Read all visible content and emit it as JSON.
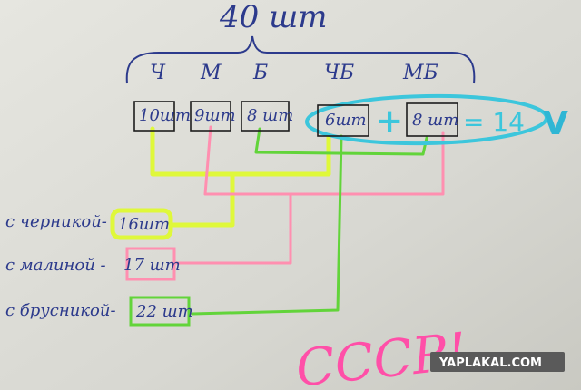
{
  "title_total": "40 шт",
  "column_labels": [
    "Ч",
    "М",
    "Б",
    "ЧБ",
    "МБ"
  ],
  "boxes": [
    "10шт",
    "9шт",
    "8 шт",
    "6шт",
    "8 шт"
  ],
  "equation": {
    "plus": "+",
    "result": "= 14",
    "check": "V"
  },
  "outcomes": [
    {
      "label": "с черникой-",
      "count": "16шт"
    },
    {
      "label": "с малиной -",
      "count": "17 шт"
    },
    {
      "label": "с брусникой-",
      "count": "22 шт"
    }
  ],
  "graffiti": "СССР!",
  "watermark": "YAPLAKAL.COM",
  "colors": {
    "ink": "#2c3a8c",
    "yellow": "#dff83a",
    "pink": "#ff8fb0",
    "green": "#62d43a",
    "cyan": "#3cc6dc",
    "magenta": "#ff4fa8",
    "paper": "#dcdcd6"
  }
}
